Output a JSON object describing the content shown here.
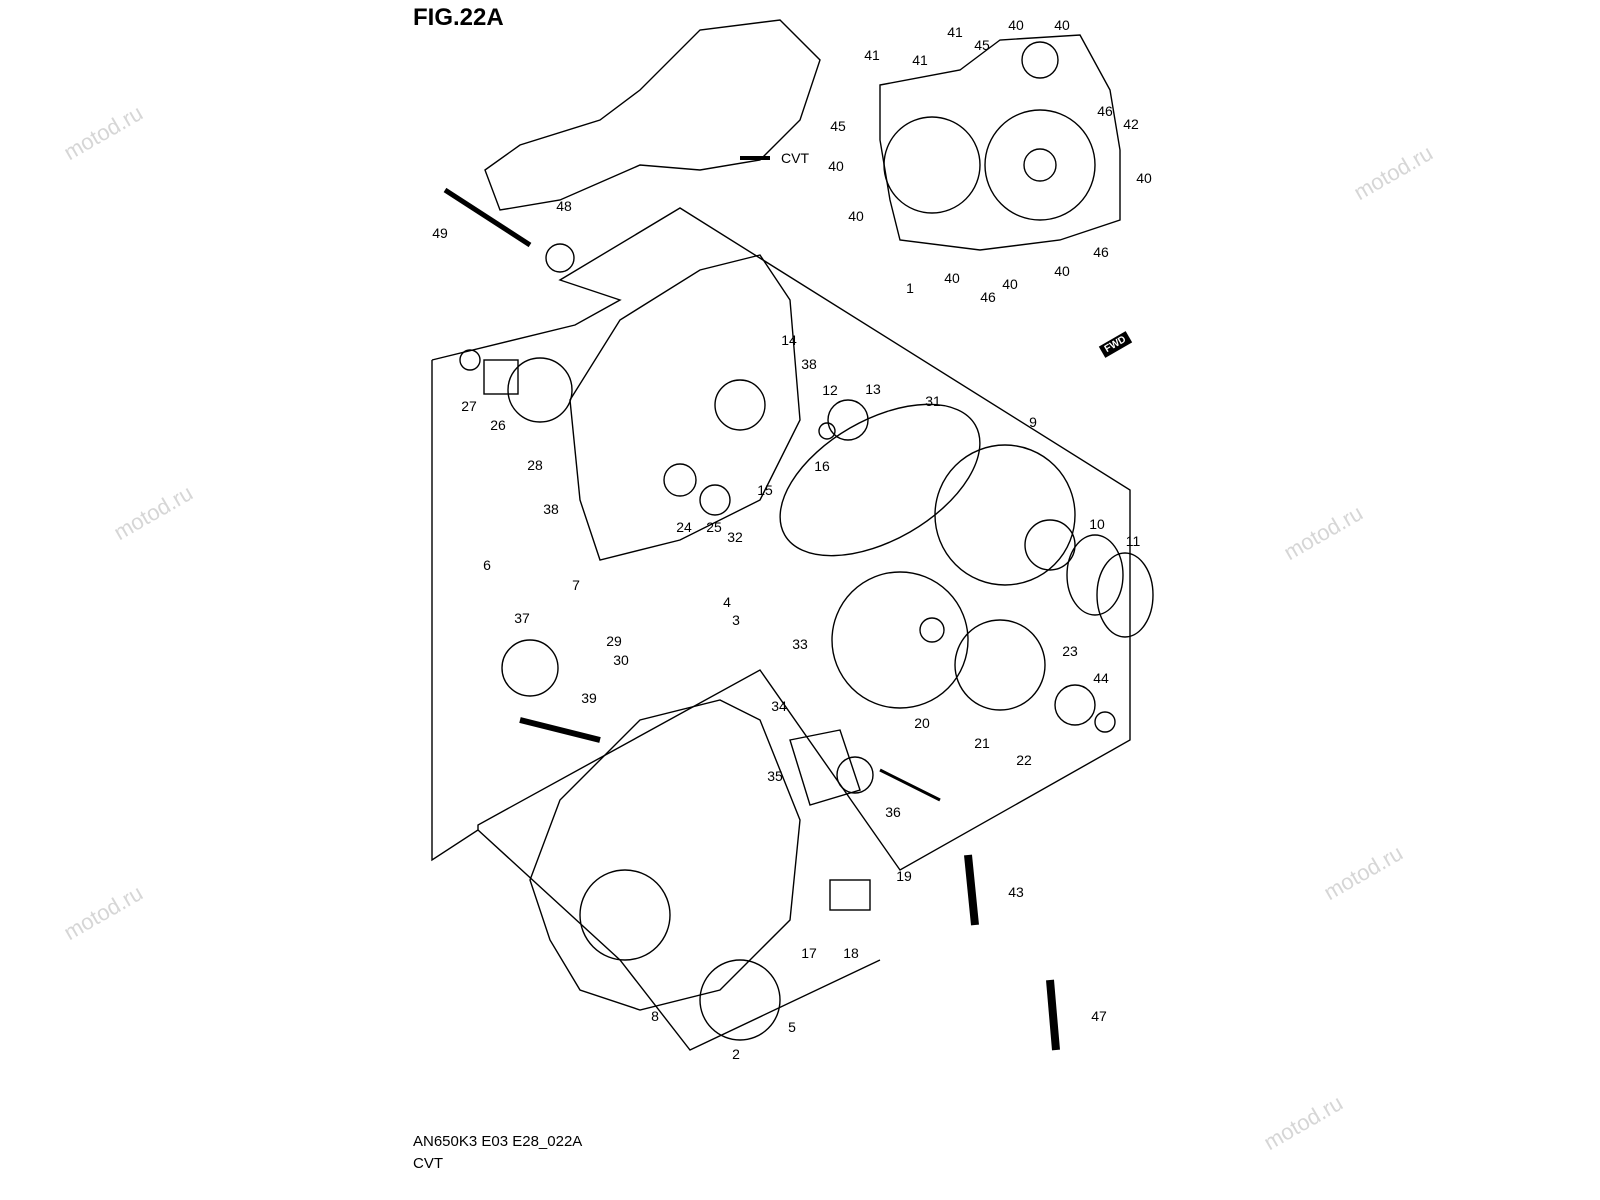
{
  "figure_title": "FIG.22A",
  "diagram_code": "AN650K3 E03 E28_022A",
  "section_name": "CVT",
  "watermark": "motod.ru",
  "fwd_marker": "FWD",
  "callouts": [
    "41",
    "41",
    "41",
    "45",
    "40",
    "40",
    "46",
    "42",
    "45",
    "40",
    "40",
    "40",
    "46",
    "40",
    "46",
    "40",
    "40",
    "1",
    "14",
    "38",
    "12",
    "13",
    "31",
    "9",
    "16",
    "15",
    "10",
    "11",
    "27",
    "26",
    "28",
    "38",
    "24",
    "25",
    "32",
    "6",
    "7",
    "4",
    "3",
    "37",
    "29",
    "30",
    "33",
    "23",
    "44",
    "39",
    "34",
    "20",
    "21",
    "22",
    "35",
    "36",
    "19",
    "43",
    "17",
    "18",
    "8",
    "47",
    "5",
    "2",
    "48",
    "49",
    "CVT"
  ]
}
